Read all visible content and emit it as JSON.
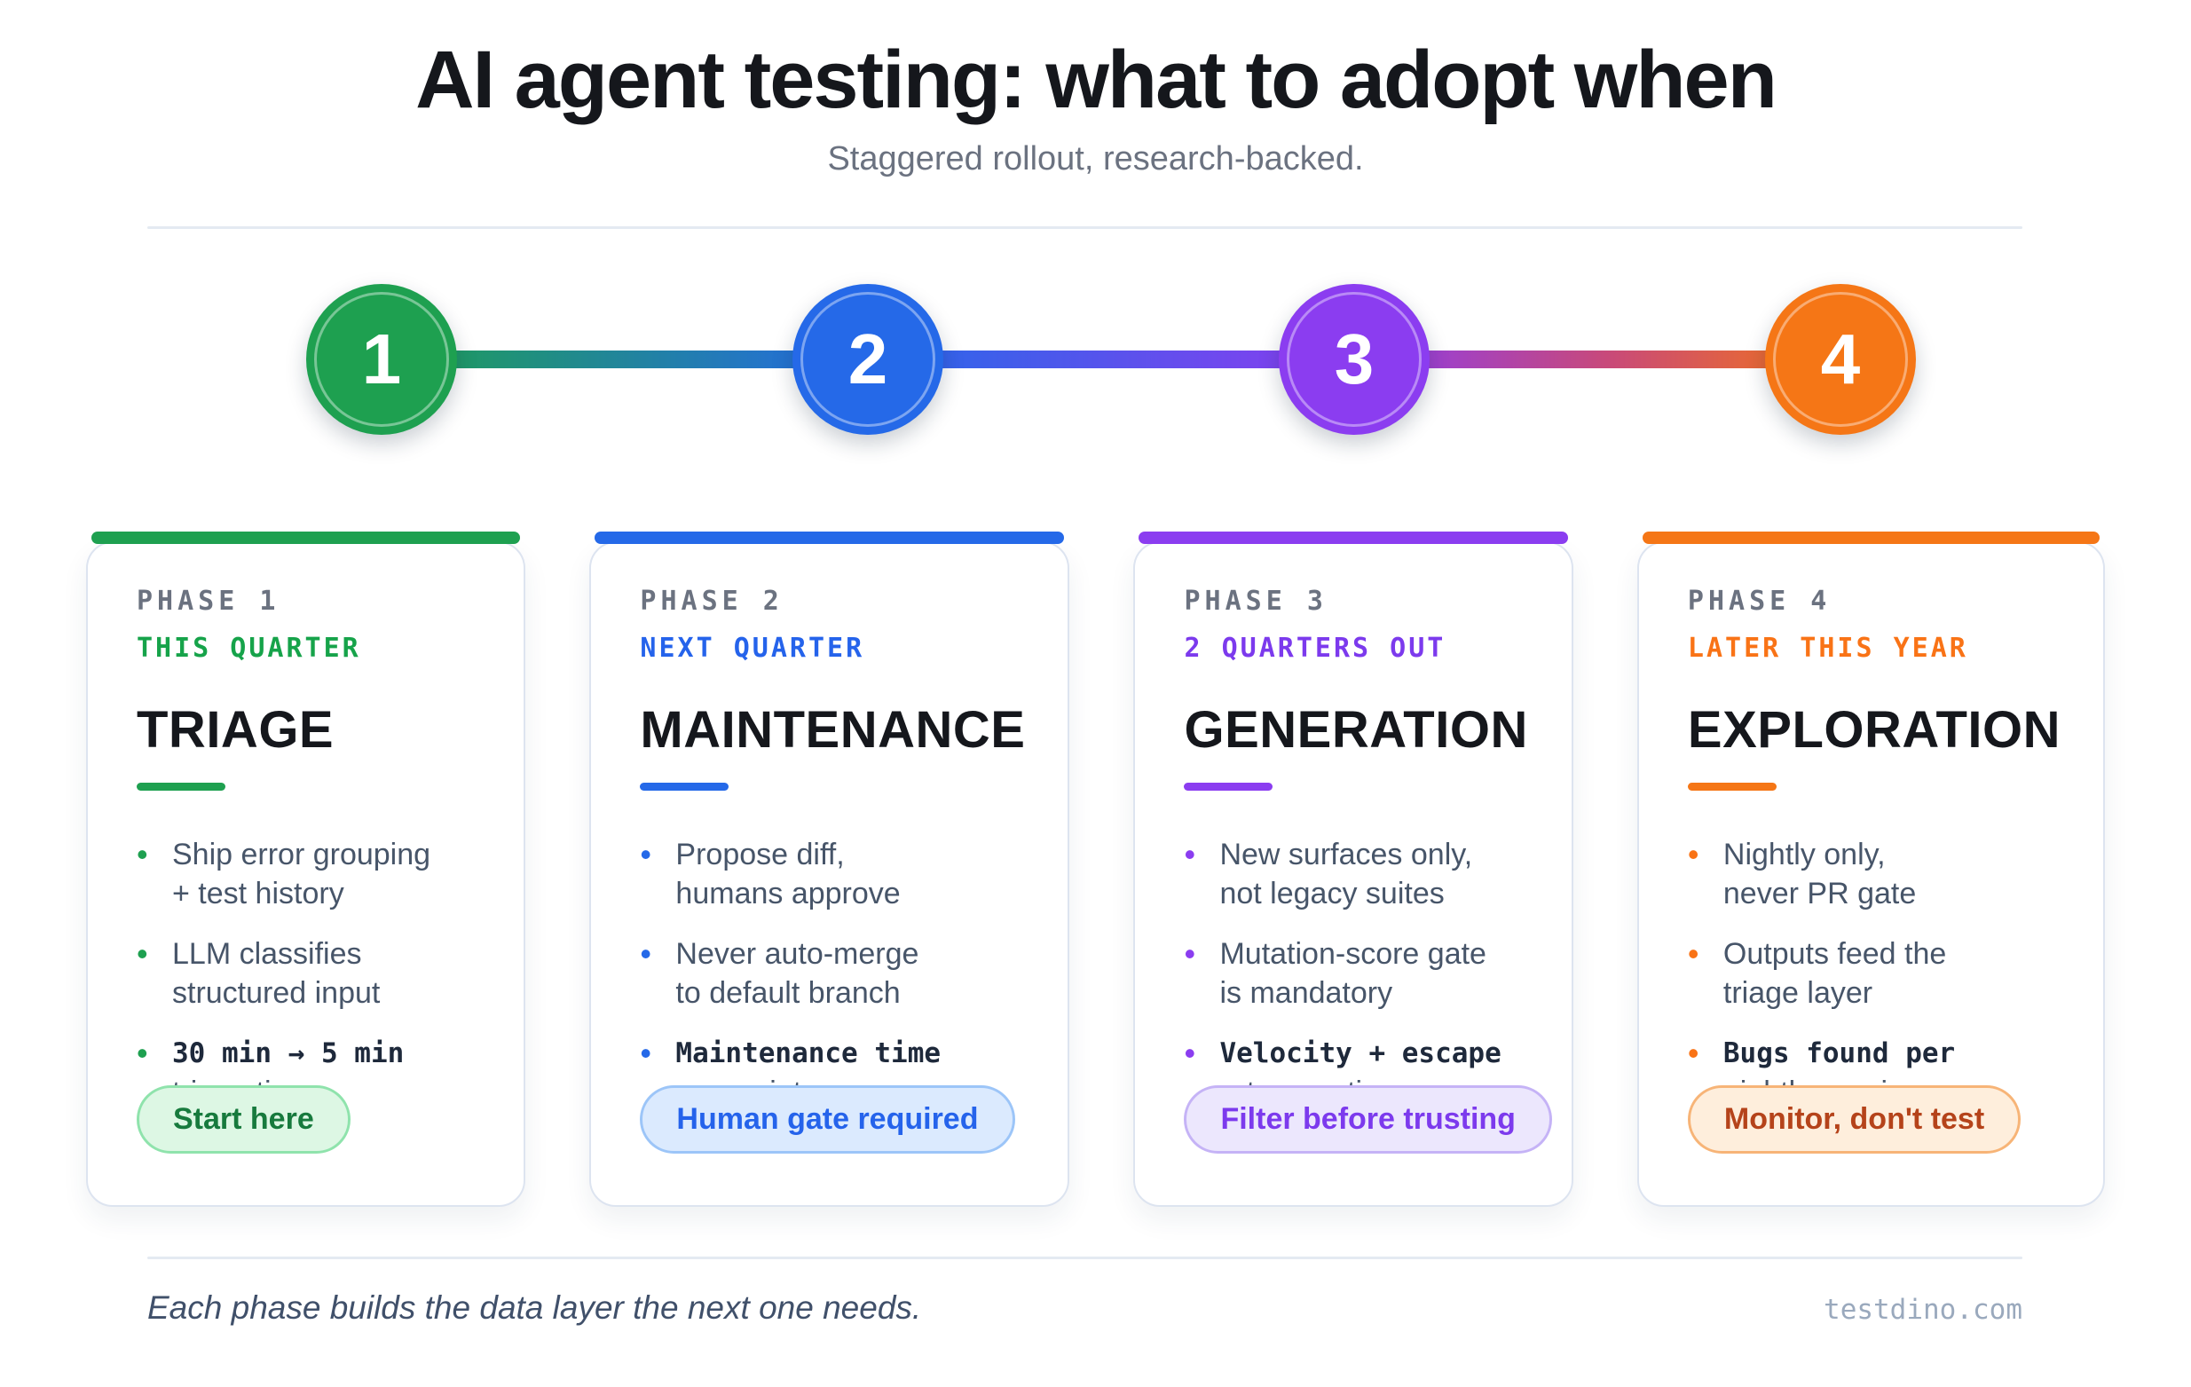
{
  "header": {
    "title": "AI agent testing: what to adopt when",
    "subtitle": "Staggered rollout, research-backed."
  },
  "timeline": {
    "steps": [
      {
        "number": "1",
        "color": "#1ea050"
      },
      {
        "number": "2",
        "color": "#2569e8"
      },
      {
        "number": "3",
        "color": "#8b3df0"
      },
      {
        "number": "4",
        "color": "#f57616"
      }
    ],
    "connector_gradient": [
      "#1ea050",
      "#2569e8",
      "#8b3df0",
      "#c8497a",
      "#f57616"
    ]
  },
  "cards": [
    {
      "phase_label": "PHASE 1",
      "timing": "THIS QUARTER",
      "title": "TRIAGE",
      "accent": "#1ea050",
      "bullets": [
        {
          "line1": "Ship error grouping",
          "line2": "+ test history"
        },
        {
          "line1": "LLM classifies",
          "line2": "structured input"
        },
        {
          "line1": "30 min → 5 min",
          "line2": "triage time"
        }
      ],
      "badge": {
        "label": "Start here",
        "text_color": "#177a3d",
        "bg": "#ddf7e4",
        "border": "#8fe3ac"
      }
    },
    {
      "phase_label": "PHASE 2",
      "timing": "NEXT QUARTER",
      "title": "MAINTENANCE",
      "accent": "#2569e8",
      "bullets": [
        {
          "line1": "Propose diff,",
          "line2": "humans approve"
        },
        {
          "line1": "Never auto-merge",
          "line2": "to default branch"
        },
        {
          "line1": "Maintenance time",
          "line2": "per sprint"
        }
      ],
      "badge": {
        "label": "Human gate required",
        "text_color": "#2563eb",
        "bg": "#dbeafe",
        "border": "#9cc5f8"
      }
    },
    {
      "phase_label": "PHASE 3",
      "timing": "2 QUARTERS OUT",
      "title": "GENERATION",
      "accent": "#8b3df0",
      "bullets": [
        {
          "line1": "New surfaces only,",
          "line2": "not legacy suites"
        },
        {
          "line1": "Mutation-score gate",
          "line2": "is mandatory"
        },
        {
          "line1": "Velocity + escape",
          "line2": "rate over time"
        }
      ],
      "badge": {
        "label": "Filter before trusting",
        "text_color": "#7c3aed",
        "bg": "#ece7fd",
        "border": "#c5b3f6"
      }
    },
    {
      "phase_label": "PHASE 4",
      "timing": "LATER THIS YEAR",
      "title": "EXPLORATION",
      "accent": "#f57616",
      "bullets": [
        {
          "line1": "Nightly only,",
          "line2": "never PR gate"
        },
        {
          "line1": "Outputs feed the",
          "line2": "triage layer"
        },
        {
          "line1": "Bugs found per",
          "line2": "nightly session"
        }
      ],
      "badge": {
        "label": "Monitor, don't test",
        "text_color": "#b5431a",
        "bg": "#feeedc",
        "border": "#f7b477"
      }
    }
  ],
  "footer": {
    "note": "Each phase builds the data layer the next one needs.",
    "site": "testdino.com"
  }
}
